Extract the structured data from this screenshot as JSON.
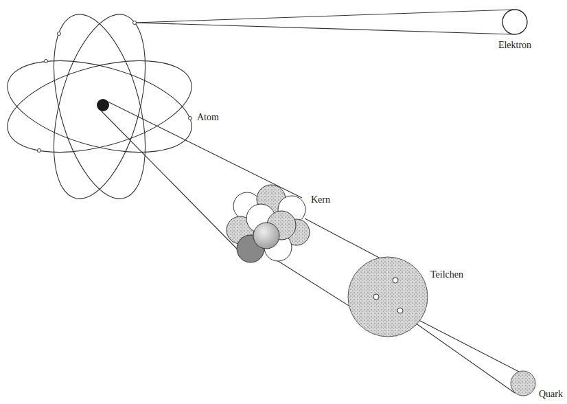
{
  "diagram": {
    "labels": [
      "Elektron",
      "Atom",
      "Kern",
      "Teilchen",
      "Quark"
    ]
  }
}
